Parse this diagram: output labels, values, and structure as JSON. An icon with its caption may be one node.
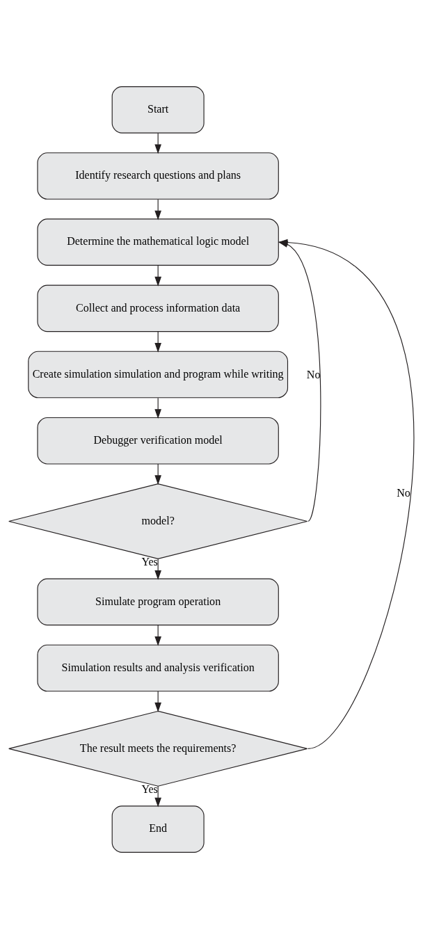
{
  "diagram": {
    "nodes": [
      {
        "text": [
          "Start"
        ]
      },
      {
        "text": [
          "Identify research questions and plans"
        ]
      },
      {
        "text": [
          "Determine the mathematical logic model"
        ]
      },
      {
        "text": [
          "Collect and process information data"
        ]
      },
      {
        "text": [
          "Create simulation simulation and program while writing"
        ]
      },
      {
        "text": [
          "Debugger verification model"
        ]
      },
      {
        "text": [
          "model?"
        ]
      },
      {
        "text": [
          "Simulate program operation"
        ]
      },
      {
        "text": [
          "Simulation results and analysis verification"
        ]
      },
      {
        "text": [
          "The result meets the requirements?"
        ]
      },
      {
        "text": [
          "End"
        ]
      }
    ],
    "edges": [
      {
        "from": 0,
        "to": 1,
        "arrow": "to"
      },
      {
        "from": 1,
        "to": 2,
        "arrow": "to"
      },
      {
        "from": 2,
        "to": 3,
        "arrow": "to"
      },
      {
        "from": 3,
        "to": 4,
        "arrow": "to"
      },
      {
        "from": 4,
        "to": 5,
        "arrow": "to"
      },
      {
        "from": 5,
        "to": 6,
        "arrow": "to"
      },
      {
        "from": 6,
        "to": 7,
        "label": "Yes",
        "arrow": "to"
      },
      {
        "from": 6,
        "to": 2,
        "label": "No",
        "arrow": "to"
      },
      {
        "from": 7,
        "to": 8,
        "arrow": "to"
      },
      {
        "from": 8,
        "to": 9,
        "arrow": "to"
      },
      {
        "from": 9,
        "to": 10,
        "label": "Yes",
        "arrow": "to"
      },
      {
        "from": 9,
        "to": 2,
        "label": "No",
        "arrow": "to"
      }
    ]
  }
}
